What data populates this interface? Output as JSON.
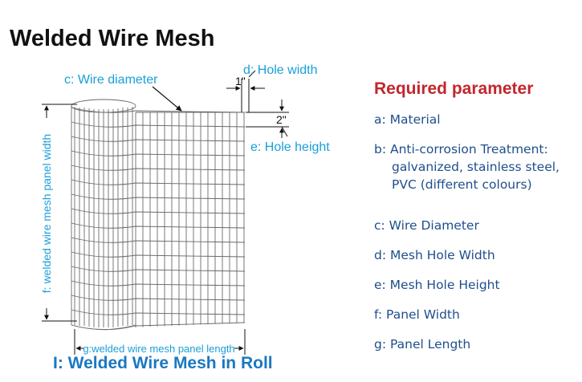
{
  "title": "Welded Wire Mesh",
  "caption": "I: Welded Wire Mesh in Roll",
  "labels": {
    "wire_diameter": "c: Wire diameter",
    "hole_width": "d: Hole width",
    "hole_width_value": "1\"",
    "hole_height": "e: Hole height",
    "hole_height_value": "2\"",
    "panel_width": "f: welded wire mesh panel width",
    "panel_length": "g:welded wire mesh panel length"
  },
  "parameters": {
    "heading": "Required parameter",
    "items": [
      {
        "text": "a: Material"
      },
      {
        "text": "b: Anti-corrosion Treatment:",
        "sub": [
          "galvanized, stainless steel,",
          "PVC (different colours)"
        ]
      },
      {
        "text": "c: Wire Diameter"
      },
      {
        "text": "d: Mesh Hole Width"
      },
      {
        "text": "e: Mesh Hole Height"
      },
      {
        "text": "f: Panel Width"
      },
      {
        "text": "g: Panel Length"
      }
    ]
  },
  "colors": {
    "title": "#111111",
    "label_blue": "#1a9fd9",
    "caption_blue": "#1a78c2",
    "heading_red": "#c1272d",
    "list_text": "#1f4f8c",
    "mesh_line": "#6a6a6a"
  }
}
